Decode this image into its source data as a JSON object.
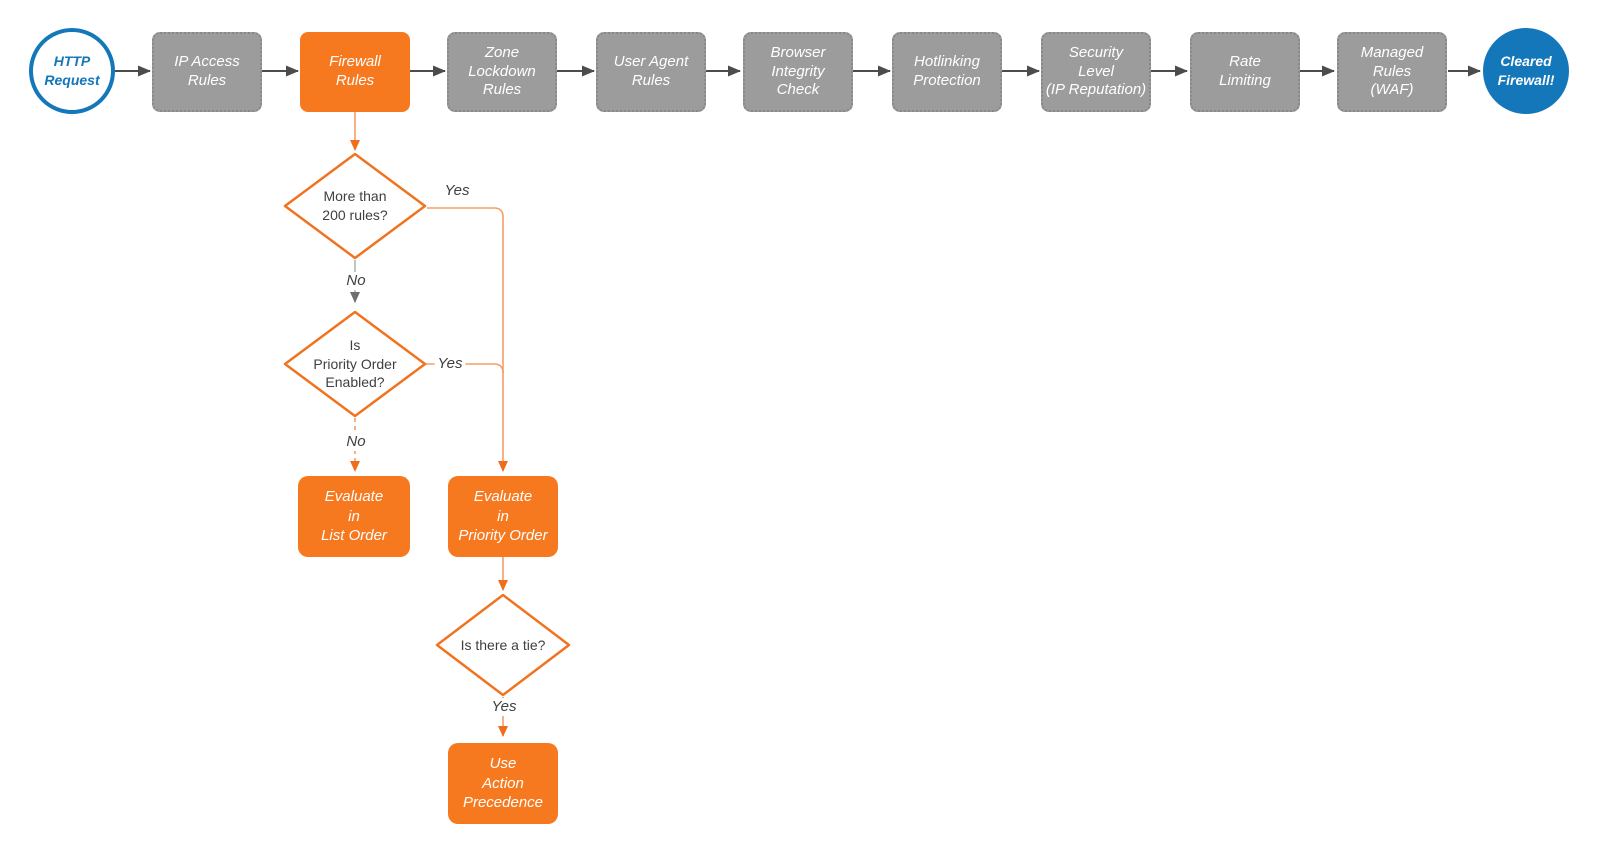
{
  "colors": {
    "blue": "#1377ba",
    "orange": "#f7791f",
    "orange_stroke": "#f0741f",
    "orange_line": "#f59e66",
    "orange_arrow": "#ef6e1e",
    "gray_fill": "#9c9c9c",
    "gray_border": "#878787",
    "gray_line": "#b5b5b5",
    "gray_arrow": "#6f6f6f",
    "dark_arrow": "#4c4c4c",
    "text_dark": "#3f3f3f",
    "background": "#ffffff"
  },
  "pipeline": {
    "start_label": "HTTP\nRequest",
    "steps": [
      "IP Access\nRules",
      "Firewall\nRules",
      "Zone\nLockdown\nRules",
      "User Agent\nRules",
      "Browser\nIntegrity\nCheck",
      "Hotlinking\nProtection",
      "Security\nLevel\n(IP Reputation)",
      "Rate\nLimiting",
      "Managed\nRules\n(WAF)"
    ],
    "end_label": "Cleared\nFirewall!"
  },
  "decisions": [
    {
      "label": "More than\n200 rules?",
      "yes": "Yes",
      "no": "No"
    },
    {
      "label": "Is\nPriority Order\nEnabled?",
      "yes": "Yes",
      "no": "No"
    },
    {
      "label": "Is there a tie?",
      "yes": "Yes"
    }
  ],
  "actions": [
    {
      "label": "Evaluate\nin\nList Order"
    },
    {
      "label": "Evaluate\nin\nPriority Order"
    },
    {
      "label": "Use\nAction\nPrecedence"
    }
  ]
}
